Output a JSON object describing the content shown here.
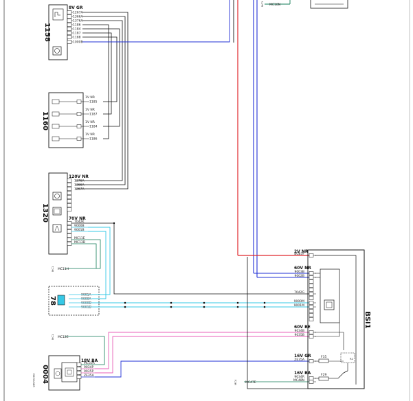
{
  "components": {
    "c1158": {
      "id": "1158",
      "conn": "8V GR",
      "pins": [
        "1267A",
        "1366A",
        "1376A",
        "1186",
        "1184",
        "1187",
        "1188",
        "1000B"
      ]
    },
    "c1160": {
      "id": "1160",
      "groups": [
        {
          "conn": "1V NR",
          "wire": "1185"
        },
        {
          "conn": "1V NR",
          "wire": "1187"
        },
        {
          "conn": "1V NR",
          "wire": "1184"
        },
        {
          "conn": "1V NR",
          "wire": "1186"
        }
      ]
    },
    "c1320": {
      "id": "1320",
      "conn_top": "120V NR",
      "pins_top": [
        "1376A",
        "1366A",
        "1267A"
      ],
      "conn_bottom": "70V NR",
      "pins_bottom": [
        "7042K",
        "9000B",
        "9001B",
        "MC11E",
        "MC13D"
      ]
    },
    "c78": {
      "id": "78",
      "pins": [
        "9001A",
        "9000A",
        "9000D",
        "9001D"
      ]
    },
    "c0004": {
      "id": "0004",
      "conn": "18V BA",
      "pins": [
        "MC50A",
        "9034P",
        "9035P",
        "ZE35A"
      ]
    },
    "bsi1": {
      "id": "BSI1",
      "connectors": [
        {
          "conn": "2V NR",
          "pins": [
            "BG83F"
          ]
        },
        {
          "conn": "60V NR",
          "pins": [
            "9003B",
            "9002B",
            "7042G",
            "9000M",
            "9001M"
          ]
        },
        {
          "conn": "60V BE",
          "pins": [
            "9034B",
            "9035B"
          ]
        },
        {
          "conn": "16V GR",
          "pins": [
            "ZE35A"
          ]
        },
        {
          "conn": "16V BA",
          "pins": [
            "9034R",
            "MC48N"
          ]
        }
      ],
      "fuses": [
        "F35",
        "F29"
      ],
      "relay": "R2"
    },
    "ground_labels": [
      "MC10N",
      "MC11H",
      "MC12E",
      "MC47E"
    ],
    "footer_code": "D0C2LS6R"
  },
  "colors": {
    "red": "#e0262a",
    "blue": "#1f2fd6",
    "pink": "#e85fb8",
    "cyan": "#36c8e6",
    "green": "#0f7a55",
    "black": "#111111"
  }
}
